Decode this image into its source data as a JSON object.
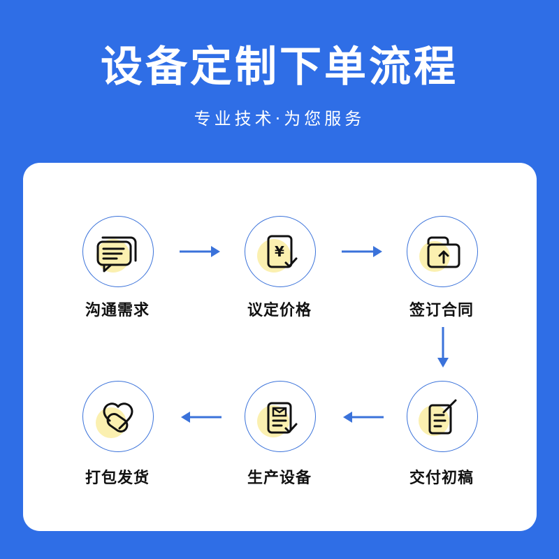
{
  "header": {
    "title": "设备定制下单流程",
    "subtitle": "专业技术·为您服务"
  },
  "colors": {
    "background": "#2f6ee6",
    "card": "#ffffff",
    "accent_yellow": "#fbf0b0",
    "arrow": "#3a72da"
  },
  "steps": [
    {
      "label": "沟通需求",
      "icon": "chat-bubble-icon"
    },
    {
      "label": "议定价格",
      "icon": "price-document-icon"
    },
    {
      "label": "签订合同",
      "icon": "contract-folder-icon"
    },
    {
      "label": "交付初稿",
      "icon": "draft-edit-icon"
    },
    {
      "label": "生产设备",
      "icon": "production-document-icon"
    },
    {
      "label": "打包发货",
      "icon": "package-shipping-icon"
    }
  ]
}
